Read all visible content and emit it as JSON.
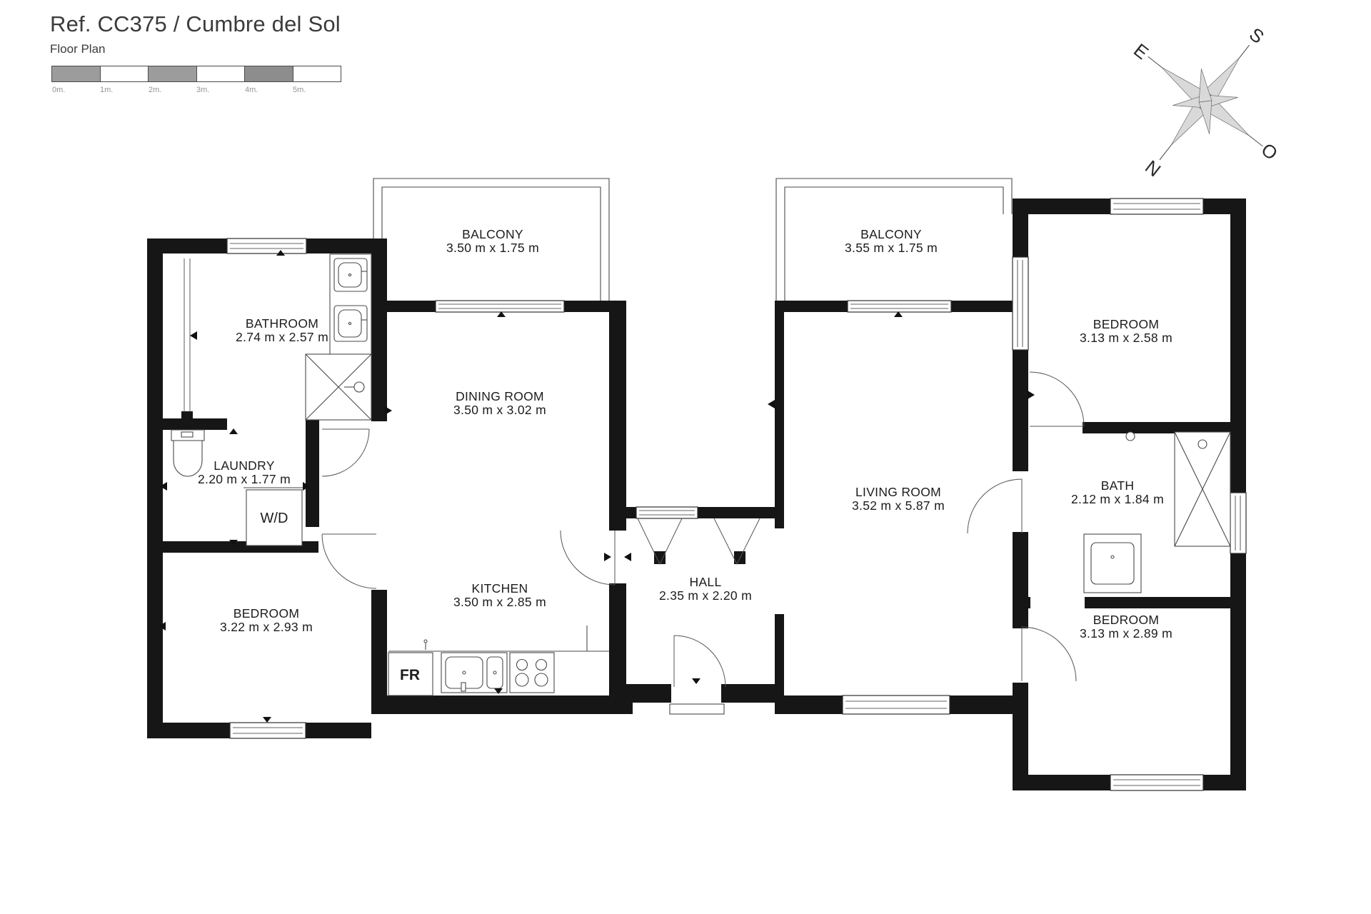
{
  "header": {
    "title": "Ref. CC375 / Cumbre del Sol",
    "subtitle": "Floor Plan"
  },
  "scale_bar": {
    "labels": [
      "0m.",
      "1m.",
      "2m.",
      "3m.",
      "4m.",
      "5m."
    ]
  },
  "compass": {
    "south": "S",
    "east": "E",
    "west": "O",
    "north": "N"
  },
  "rooms": [
    {
      "id": "bathroom",
      "name": "BATHROOM",
      "dims": "2.74 m x 2.57 m"
    },
    {
      "id": "laundry",
      "name": "LAUNDRY",
      "dims": "2.20 m x 1.77 m"
    },
    {
      "id": "bedroom-left",
      "name": "BEDROOM",
      "dims": "3.22 m x 2.93 m"
    },
    {
      "id": "balcony-left",
      "name": "BALCONY",
      "dims": "3.50 m x 1.75 m"
    },
    {
      "id": "dining-room",
      "name": "DINING ROOM",
      "dims": "3.50 m x 3.02 m"
    },
    {
      "id": "kitchen",
      "name": "KITCHEN",
      "dims": "3.50 m x 2.85 m"
    },
    {
      "id": "hall",
      "name": "HALL",
      "dims": "2.35 m x 2.20 m"
    },
    {
      "id": "balcony-right",
      "name": "BALCONY",
      "dims": "3.55 m x 1.75 m"
    },
    {
      "id": "living-room",
      "name": "LIVING ROOM",
      "dims": "3.52 m x 5.87 m"
    },
    {
      "id": "bedroom-top-right",
      "name": "BEDROOM",
      "dims": "3.13 m x 2.58 m"
    },
    {
      "id": "bath",
      "name": "BATH",
      "dims": "2.12 m x 1.84 m"
    },
    {
      "id": "bedroom-bottom-right",
      "name": "BEDROOM",
      "dims": "3.13 m x 2.89 m"
    }
  ],
  "fixtures": {
    "washer_dryer": "W/D",
    "fridge": "FR"
  },
  "colors": {
    "wall": "#161616",
    "thin_line": "#4a4a4a",
    "scale_gray": "#9c9c9c",
    "scale_gray_dark": "#8d8d8d",
    "text": "#1c1c1c"
  }
}
